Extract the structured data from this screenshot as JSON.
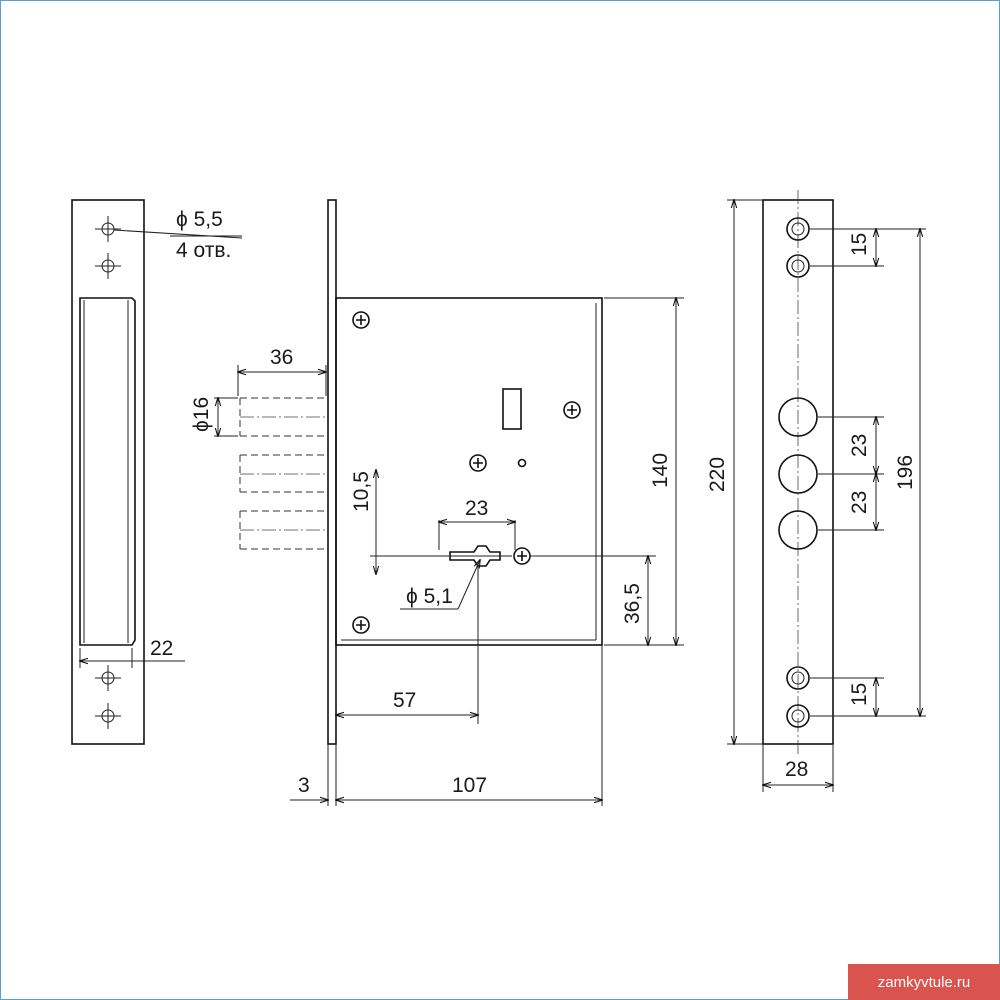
{
  "dimensions": {
    "hole_diameter": "ϕ 5,5",
    "hole_count": "4 отв.",
    "strike_width": "22",
    "bolt_projection": "36",
    "bolt_diameter": "ϕ16",
    "bolt_offset": "10,5",
    "keyhole_width": "23",
    "key_diameter": "ϕ 5,1",
    "case_height": "140",
    "key_height": "36,5",
    "backset": "57",
    "plate_thickness": "3",
    "case_width": "107",
    "faceplate_height": "220",
    "faceplate_hole_span": "196",
    "screw_spacing_top": "15",
    "bolt_spacing_1": "23",
    "bolt_spacing_2": "23",
    "screw_spacing_bottom": "15",
    "faceplate_width": "28"
  },
  "watermark": "zamkyvtule.ru",
  "colors": {
    "frame": "#5b9bd5",
    "watermark_bg": "#d9534f",
    "line": "#111111"
  }
}
